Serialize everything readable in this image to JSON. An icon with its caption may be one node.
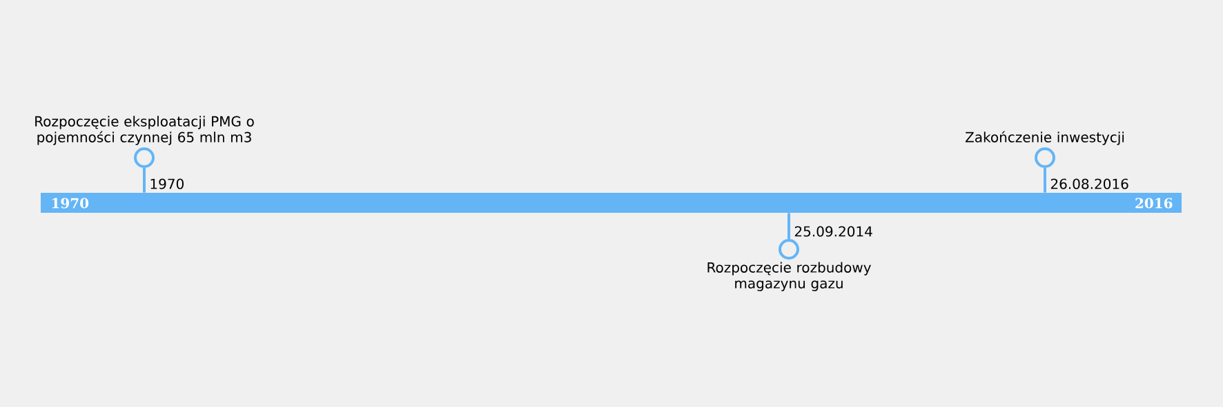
{
  "diagram": {
    "nodes": [
      {
        "text": [
          "1970",
          "2016"
        ]
      },
      {
        "text": [
          "Rozpoczęcie eksploatacji PMG o pojemności czynnej 65 mln m3"
        ],
        "beside": [
          "1970"
        ]
      },
      {
        "text": [
          "Rozpoczęcie rozbudowy magazynu gazu"
        ],
        "beside": [
          "25.09.2014"
        ]
      },
      {
        "text": [
          "Zakończenie inwestycji"
        ],
        "beside": [
          "26.08.2016"
        ]
      }
    ],
    "edges": [
      {
        "from": 1,
        "to": 0,
        "arrow": "none"
      },
      {
        "from": 2,
        "to": 0,
        "arrow": "none"
      },
      {
        "from": 3,
        "to": 0,
        "arrow": "none"
      }
    ]
  }
}
